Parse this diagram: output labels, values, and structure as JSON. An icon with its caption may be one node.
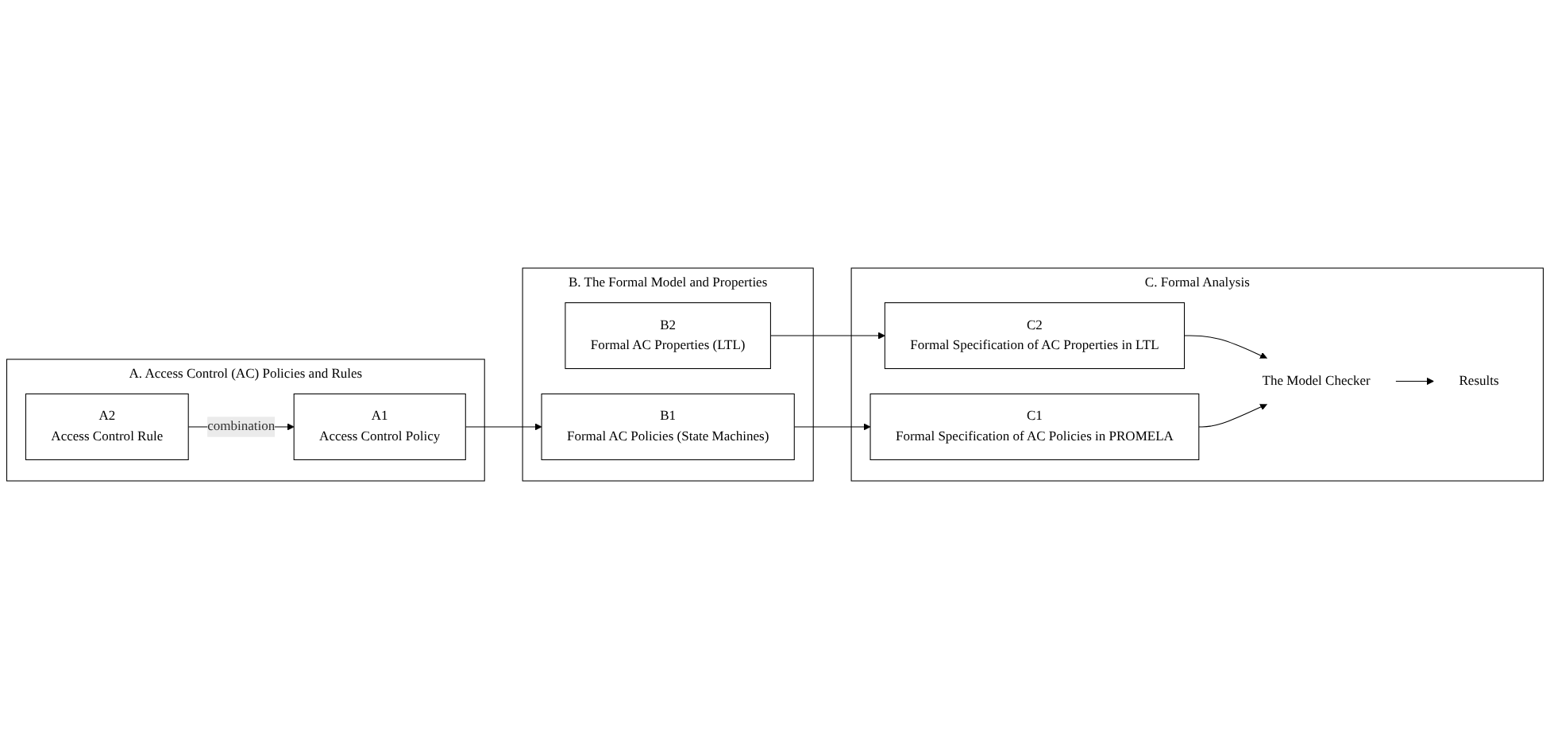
{
  "diagram": {
    "nodes": [
      {
        "text": [
          "A. Access Control (AC) Policies and Rules"
        ]
      },
      {
        "text": [
          "A1",
          "Access Control Policy"
        ],
        "in": 0
      },
      {
        "text": [
          "A2",
          "Access Control Rule"
        ],
        "in": 0
      },
      {
        "text": [
          "B. The Formal Model and Properties"
        ]
      },
      {
        "text": [
          "B1",
          "Formal AC Policies (State Machines)"
        ],
        "in": 3
      },
      {
        "text": [
          "B2",
          "Formal AC Properties (LTL)"
        ],
        "in": 3
      },
      {
        "text": [
          "C. Formal Analysis"
        ]
      },
      {
        "text": [
          "C1",
          "Formal Specification of AC Policies in PROMELA"
        ],
        "in": 6
      },
      {
        "text": [
          "C2",
          "Formal Specification of AC Properties in LTL"
        ],
        "in": 6
      },
      {
        "text": [
          "The Model Checker"
        ],
        "in": 6
      },
      {
        "text": [
          "Results"
        ],
        "in": 6
      }
    ],
    "edges": [
      {
        "from": 2,
        "to": 1,
        "arrow": "to",
        "label": "combination"
      },
      {
        "from": 1,
        "to": 4,
        "arrow": "to"
      },
      {
        "from": 4,
        "to": 7,
        "arrow": "to"
      },
      {
        "from": 5,
        "to": 8,
        "arrow": "to"
      },
      {
        "from": 8,
        "to": 9,
        "arrow": "to"
      },
      {
        "from": 7,
        "to": 9,
        "arrow": "to"
      },
      {
        "from": 9,
        "to": 10,
        "arrow": "to"
      }
    ]
  }
}
